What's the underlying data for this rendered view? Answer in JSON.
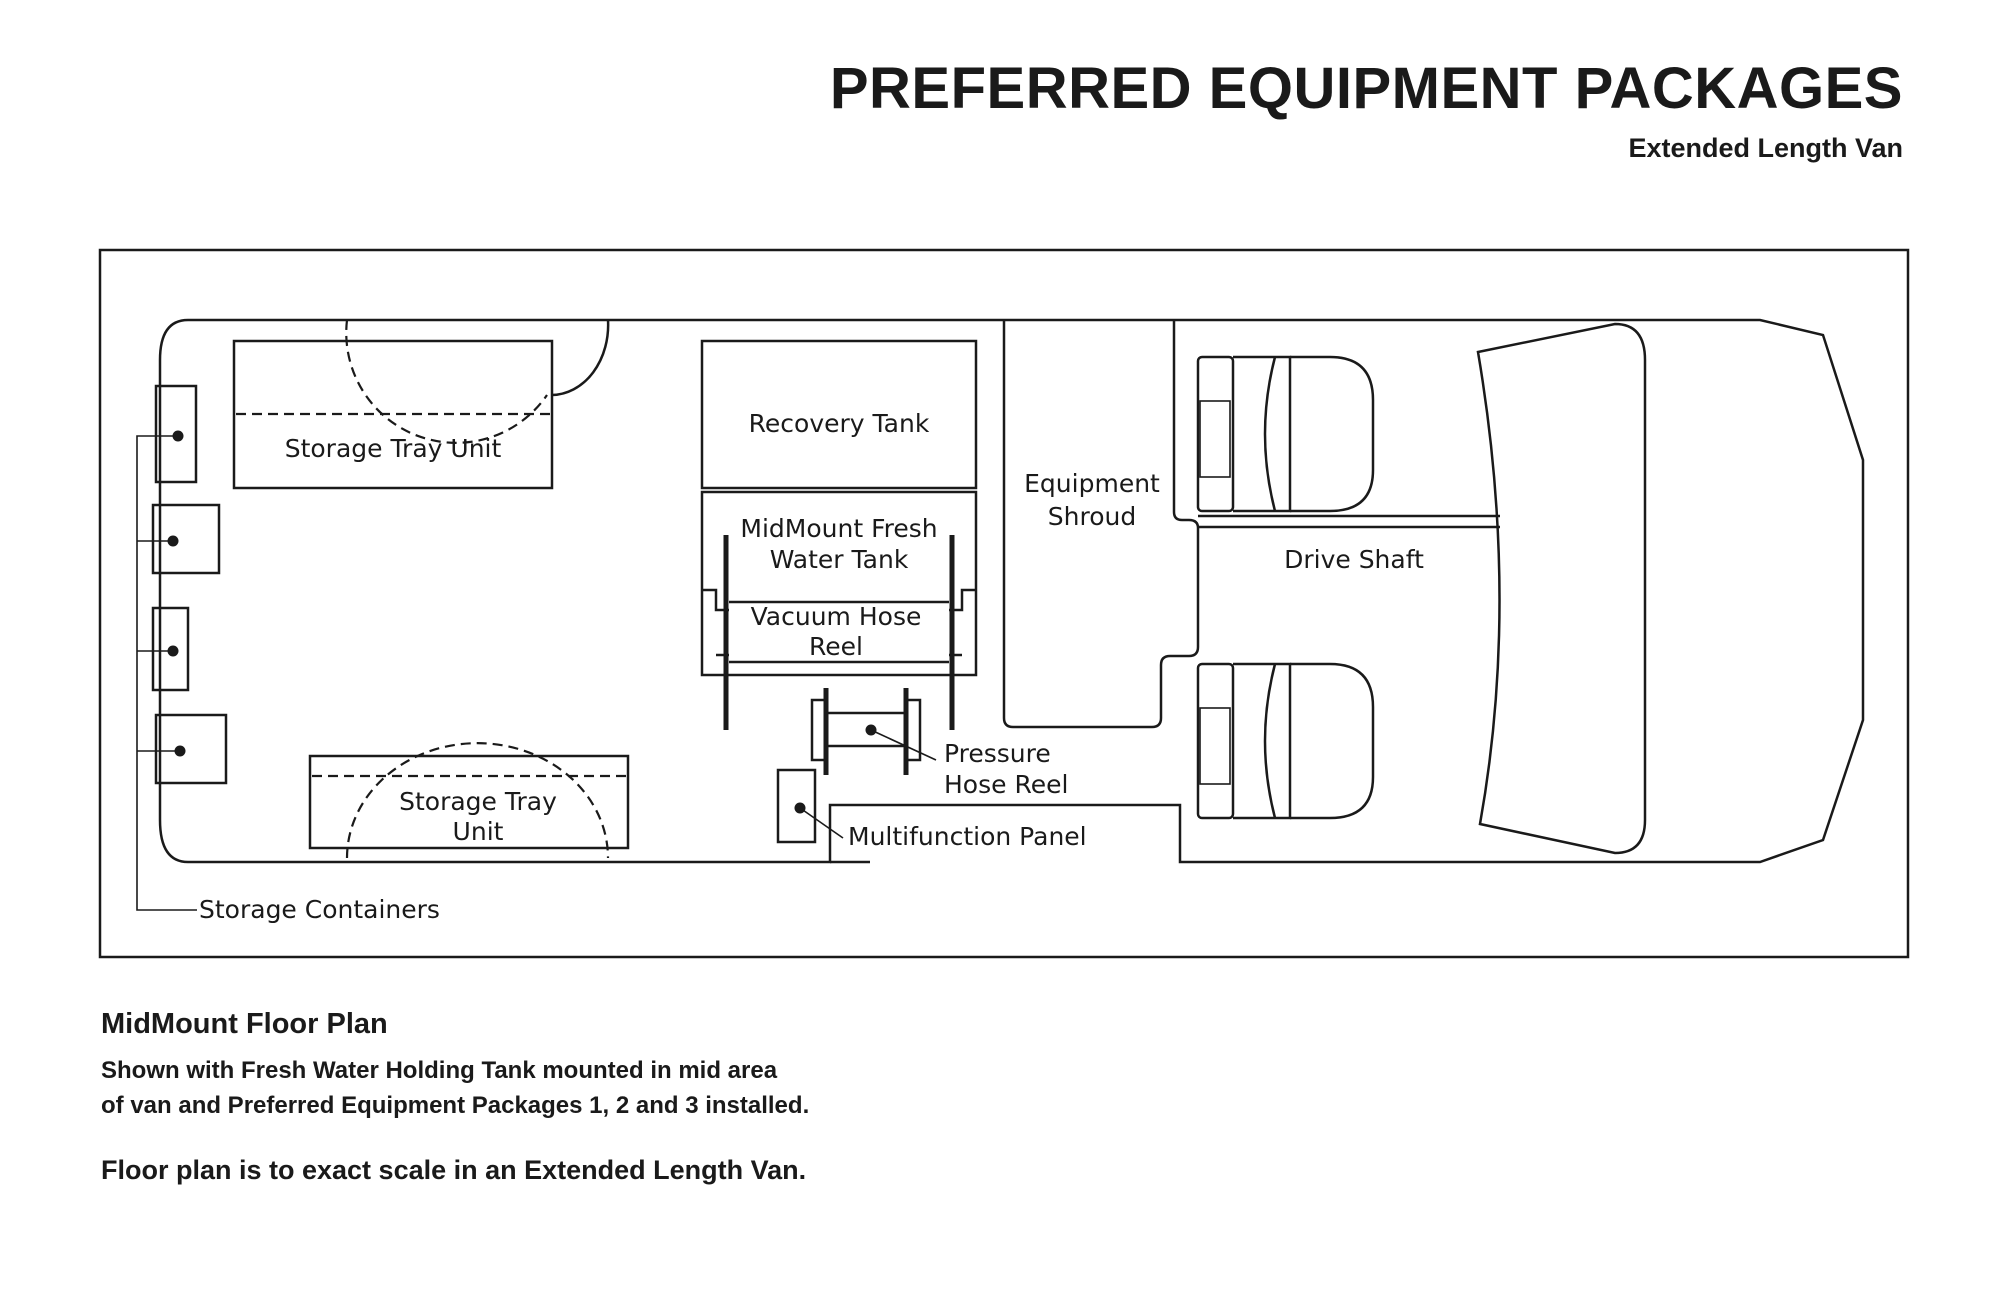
{
  "header": {
    "title": "PREFERRED EQUIPMENT PACKAGES",
    "subtitle": "Extended Length Van"
  },
  "diagram": {
    "labels": {
      "storage_tray_top": "Storage Tray Unit",
      "storage_tray_bottom_line1": "Storage Tray",
      "storage_tray_bottom_line2": "Unit",
      "recovery_tank": "Recovery Tank",
      "fresh_water_line1": "MidMount Fresh",
      "fresh_water_line2": "Water Tank",
      "vacuum_hose_line1": "Vacuum Hose",
      "vacuum_hose_line2": "Reel",
      "equipment_shroud_line1": "Equipment",
      "equipment_shroud_line2": "Shroud",
      "drive_shaft": "Drive Shaft",
      "pressure_hose_line1": "Pressure",
      "pressure_hose_line2": "Hose Reel",
      "multifunction_panel": "Multifunction Panel",
      "storage_containers": "Storage Containers"
    }
  },
  "caption": {
    "title": "MidMount Floor Plan",
    "line1": "Shown with Fresh Water Holding Tank mounted in mid area",
    "line2": "of van and Preferred Equipment Packages 1, 2 and 3 installed.",
    "scale_note": "Floor plan is to exact scale in an Extended Length Van."
  }
}
